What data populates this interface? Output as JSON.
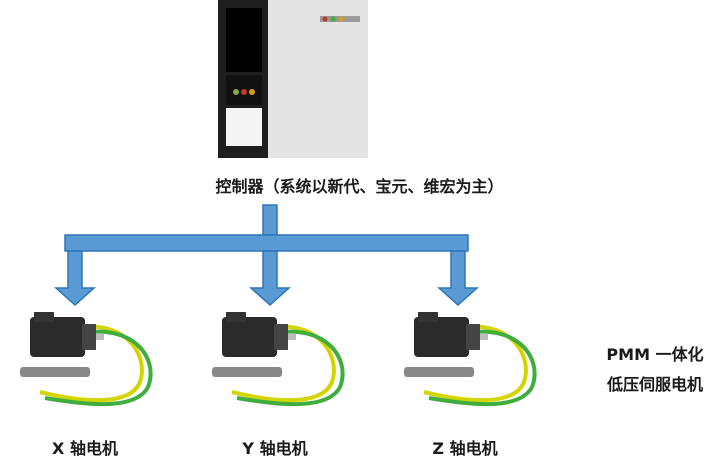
{
  "controller": {
    "label": "控制器（系统以新代、宝元、维宏为主）"
  },
  "motor_note": {
    "line1": "PMM 一体化",
    "line2": "低压伺服电机"
  },
  "axes": [
    {
      "label": "X 轴电机"
    },
    {
      "label": "Y 轴电机"
    },
    {
      "label": "Z 轴电机"
    }
  ],
  "colors": {
    "arrow_fill": "#5b9bd5",
    "arrow_stroke": "#2e75b6",
    "cabinet": "#e8e8e8",
    "motor_body": "#2b2b2b",
    "cable_yellow": "#d4d400",
    "cable_green": "#3fae3f"
  }
}
